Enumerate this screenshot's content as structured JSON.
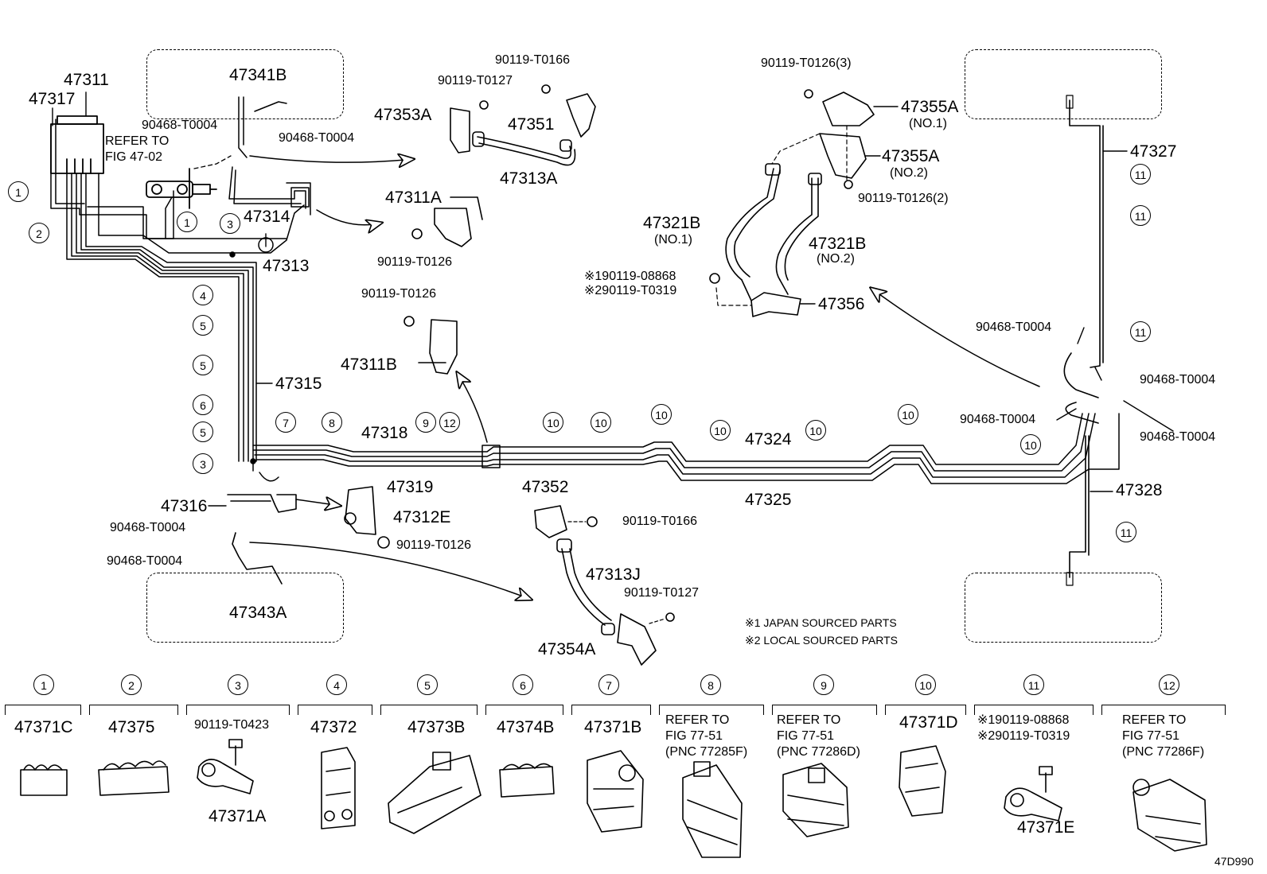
{
  "labels": {
    "p47311": "47311",
    "p47317": "47317",
    "p47341B": "47341B",
    "t0004_a": "90468-T0004",
    "t0004_b": "90468-T0004",
    "refer_fig4702_1": "REFER TO",
    "refer_fig4702_2": "FIG 47-02",
    "p47314": "47314",
    "p47313": "47313",
    "p47315": "47315",
    "p47318": "47318",
    "p47319": "47319",
    "p47316": "47316",
    "t0004_c": "90468-T0004",
    "t0004_d": "90468-T0004",
    "p47343A": "47343A",
    "p47312E": "47312E",
    "t0126_a": "90119-T0126",
    "t0166_a": "90119-T0166",
    "t0127_a": "90119-T0127",
    "p47353A": "47353A",
    "p47351": "47351",
    "p47313A": "47313A",
    "p47311A": "47311A",
    "t0126_b": "90119-T0126",
    "t0126_c": "90119-T0126",
    "p47311B": "47311B",
    "p47352": "47352",
    "t0166_b": "90119-T0166",
    "p47313J": "47313J",
    "t0127_b": "90119-T0127",
    "p47354A": "47354A",
    "p47324": "47324",
    "p47325": "47325",
    "t0126_3": "90119-T0126(3)",
    "p47355A_1": "47355A",
    "no1_a": "(NO.1)",
    "p47355A_2": "47355A",
    "no2_a": "(NO.2)",
    "t0126_2": "90119-T0126(2)",
    "p47321B_1": "47321B",
    "no1_b": "(NO.1)",
    "p47321B_2": "47321B",
    "no2_b": "(NO.2)",
    "m1_08868": "※190119-08868",
    "m2_t0319": "※290119-T0319",
    "p47356": "47356",
    "p47327": "47327",
    "t0004_e": "90468-T0004",
    "t0004_f": "90468-T0004",
    "t0004_g": "90468-T0004",
    "t0004_h": "90468-T0004",
    "p47328": "47328",
    "note1": "※1 JAPAN SOURCED PARTS",
    "note2": "※2 LOCAL SOURCED PARTS",
    "diagram_id": "47D990"
  },
  "callouts": {
    "c1a": "1",
    "c1b": "1",
    "c2": "2",
    "c3a": "3",
    "c3b": "3",
    "c4": "4",
    "c5a": "5",
    "c5b": "5",
    "c5c": "5",
    "c6": "6",
    "c7": "7",
    "c8": "8",
    "c9": "9",
    "c12": "12",
    "c10a": "10",
    "c10b": "10",
    "c10c": "10",
    "c10d": "10",
    "c10e": "10",
    "c10f": "10",
    "c10g": "10",
    "c11a": "11",
    "c11b": "11",
    "c11c": "11",
    "c11d": "11"
  },
  "legend": [
    {
      "num": "1",
      "lines": [
        "47371C"
      ],
      "bottom": ""
    },
    {
      "num": "2",
      "lines": [
        "47375"
      ],
      "bottom": ""
    },
    {
      "num": "3",
      "lines": [
        "90119-T0423"
      ],
      "bottom": "47371A"
    },
    {
      "num": "4",
      "lines": [
        "47372"
      ],
      "bottom": ""
    },
    {
      "num": "5",
      "lines": [
        "47373B"
      ],
      "bottom": ""
    },
    {
      "num": "6",
      "lines": [
        "47374B"
      ],
      "bottom": ""
    },
    {
      "num": "7",
      "lines": [
        "47371B"
      ],
      "bottom": ""
    },
    {
      "num": "8",
      "lines": [
        "REFER TO",
        "FIG 77-51",
        "(PNC 77285F)"
      ],
      "bottom": ""
    },
    {
      "num": "9",
      "lines": [
        "REFER TO",
        "FIG 77-51",
        "(PNC 77286D)"
      ],
      "bottom": ""
    },
    {
      "num": "10",
      "lines": [
        "47371D"
      ],
      "bottom": ""
    },
    {
      "num": "11",
      "lines": [
        "※190119-08868",
        "※290119-T0319"
      ],
      "bottom": "47371E"
    },
    {
      "num": "12",
      "lines": [
        "REFER TO",
        "FIG 77-51",
        "(PNC 77286F)"
      ],
      "bottom": ""
    }
  ]
}
